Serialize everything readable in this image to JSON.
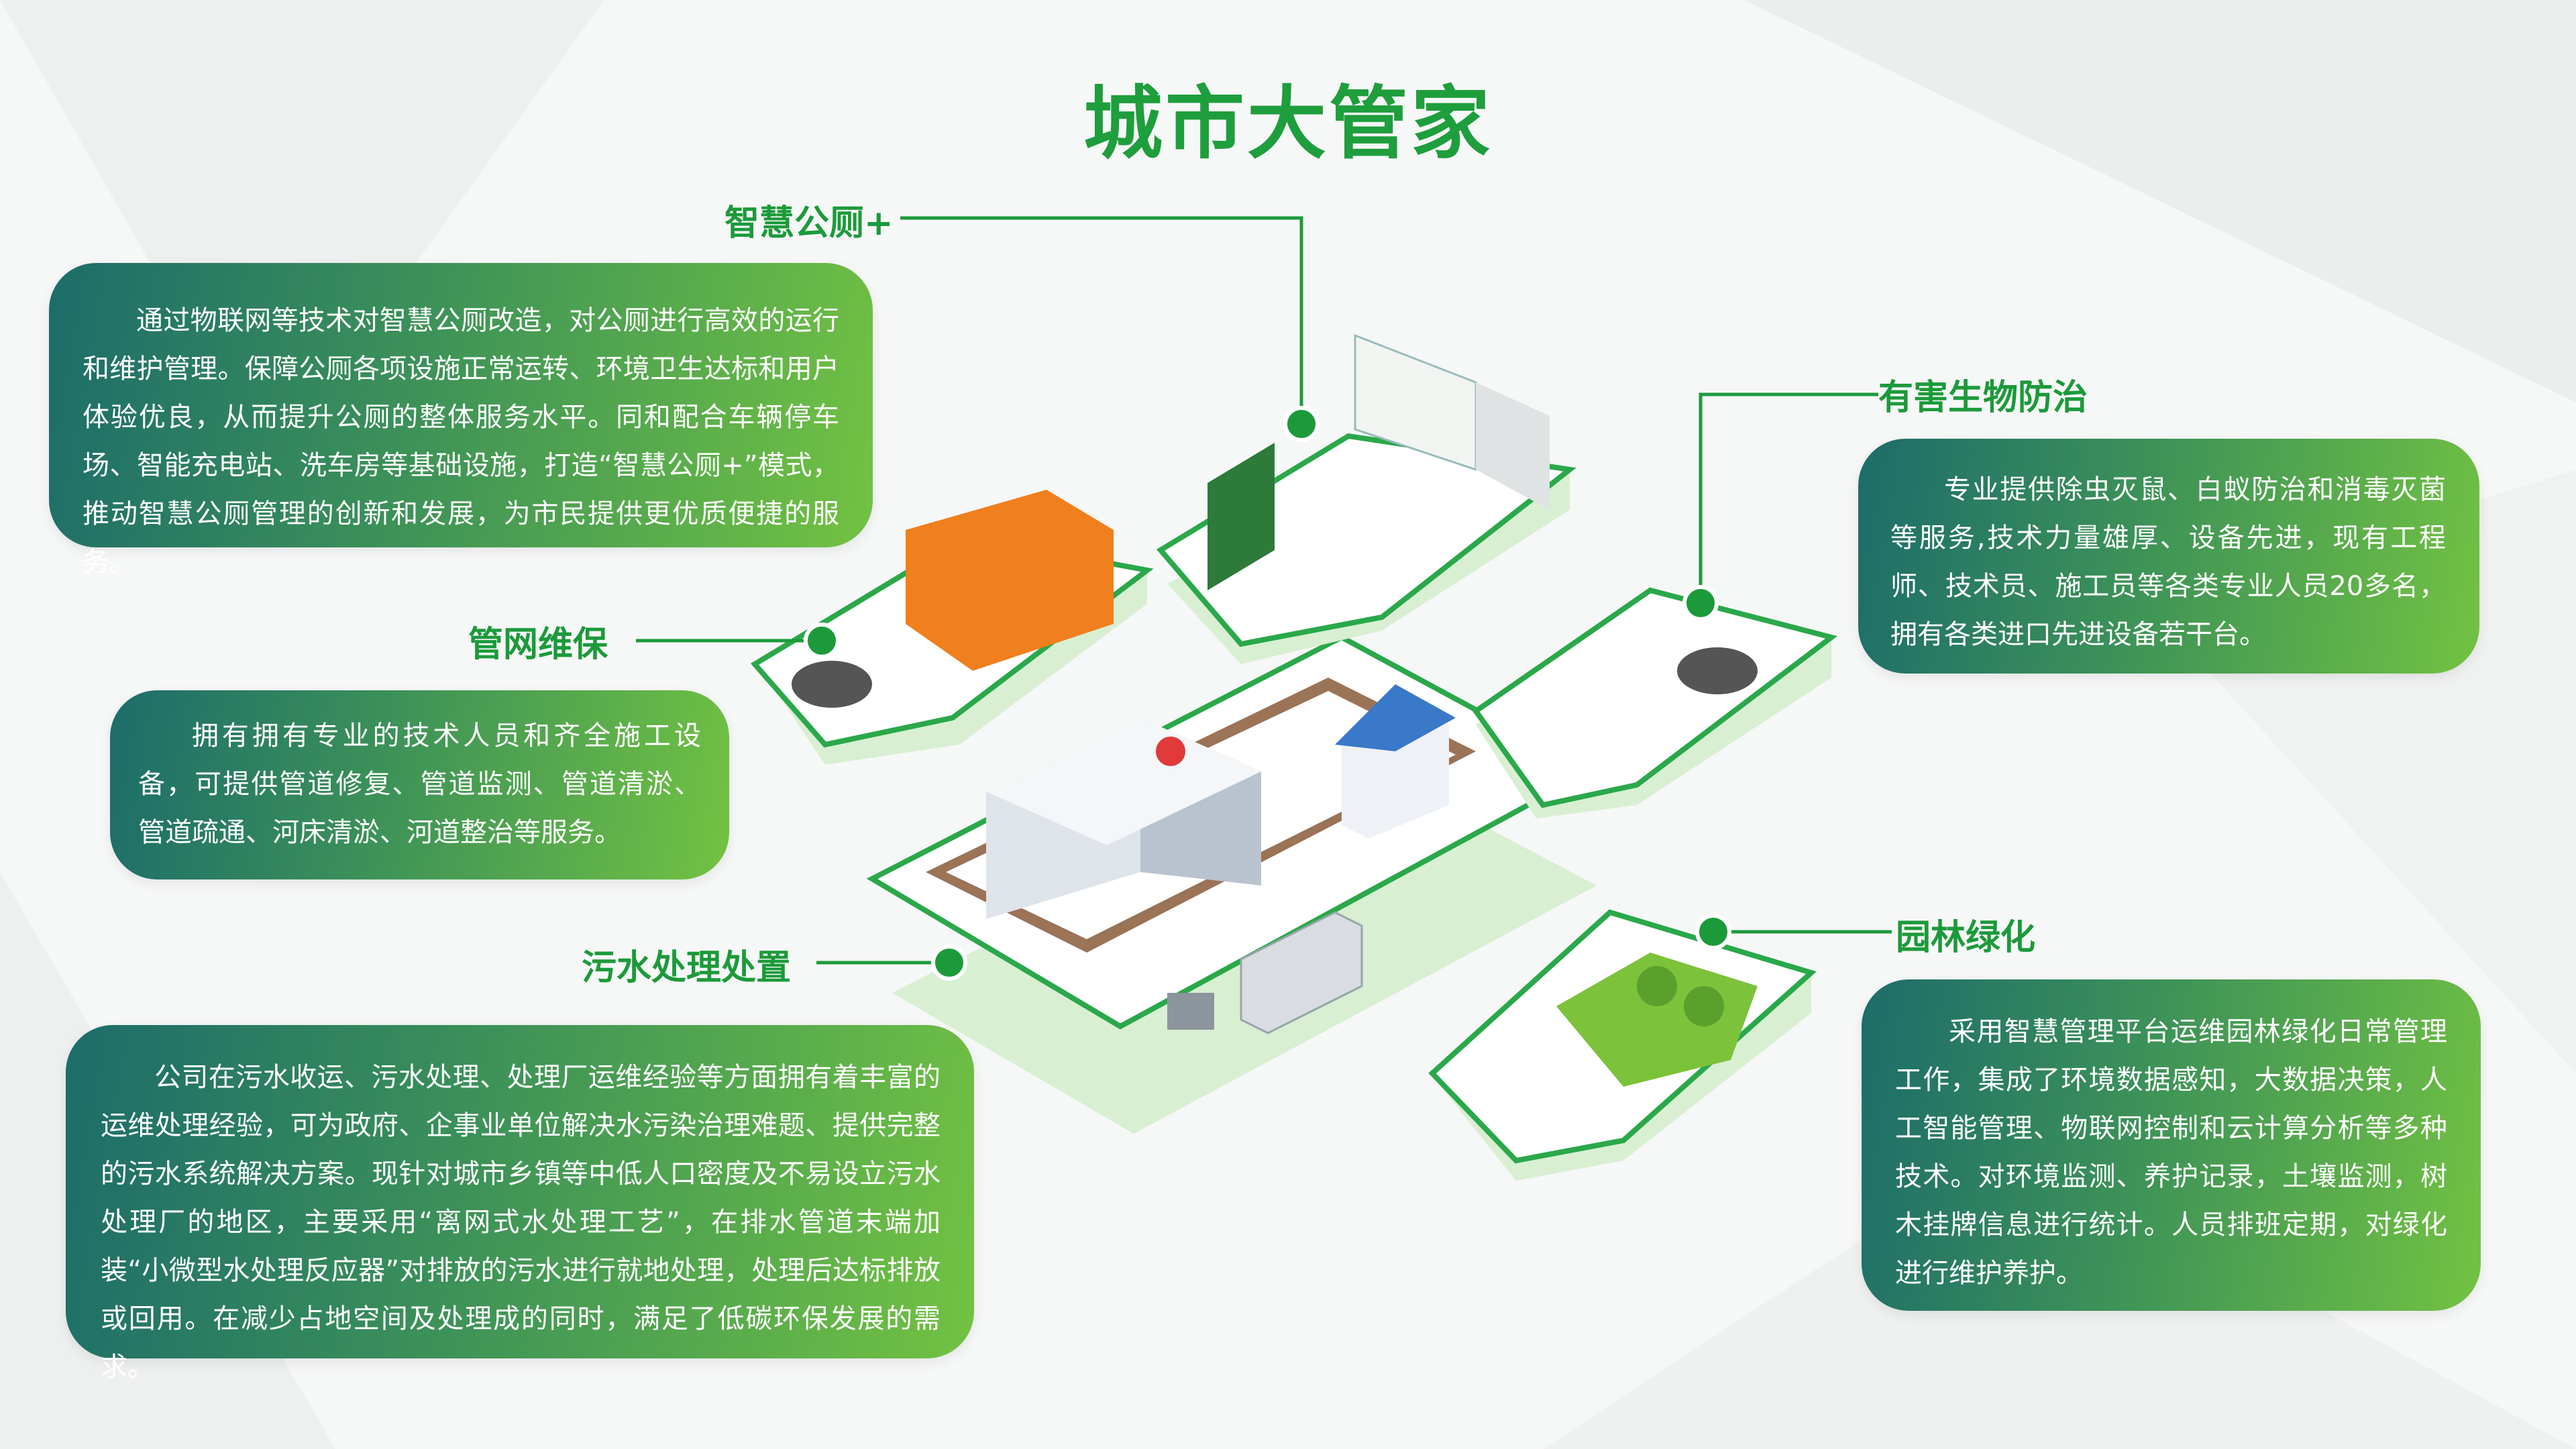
{
  "title": "城市大管家",
  "colors": {
    "accent": "#1c9a3a",
    "gradient_start": "#1c6c6a",
    "gradient_end": "#72c242"
  },
  "sections": {
    "toilet": {
      "label": "智慧公厕+",
      "text": "通过物联网等技术对智慧公厕改造，对公厕进行高效的运行和维护管理。保障公厕各项设施正常运转、环境卫生达标和用户体验优良，从而提升公厕的整体服务水平。同和配合车辆停车场、智能充电站、洗车房等基础设施，打造“智慧公厕+”模式，推动智慧公厕管理的创新和发展，为市民提供更优质便捷的服务。"
    },
    "pipe": {
      "label": "管网维保",
      "text": "拥有拥有专业的技术人员和齐全施工设备，可提供管道修复、管道监测、管道清淤、管道疏通、河床清淤、河道整治等服务。"
    },
    "sewage": {
      "label": "污水处理处置",
      "text": "公司在污水收运、污水处理、处理厂运维经验等方面拥有着丰富的运维处理经验，可为政府、企事业单位解决水污染治理难题、提供完整的污水系统解决方案。现针对城市乡镇等中低人口密度及不易设立污水处理厂的地区，主要采用“离网式水处理工艺”，在排水管道末端加装“小微型水处理反应器”对排放的污水进行就地处理，处理后达标排放或回用。在减少占地空间及处理成的同时，满足了低碳环保发展的需求。"
    },
    "pest": {
      "label": "有害生物防治",
      "text": "专业提供除虫灭鼠、白蚁防治和消毒灭菌等服务,技术力量雄厚、设备先进，现有工程师、技术员、施工员等各类专业人员20多名，拥有各类进口先进设备若干台。"
    },
    "garden": {
      "label": "园林绿化",
      "text": "采用智慧管理平台运维园林绿化日常管理工作，集成了环境数据感知，大数据决策，人工智能管理、物联网控制和云计算分析等多种技术。对环境监测、养护记录，土壤监测，树木挂牌信息进行统计。人员排班定期，对绿化进行维护养护。"
    }
  }
}
